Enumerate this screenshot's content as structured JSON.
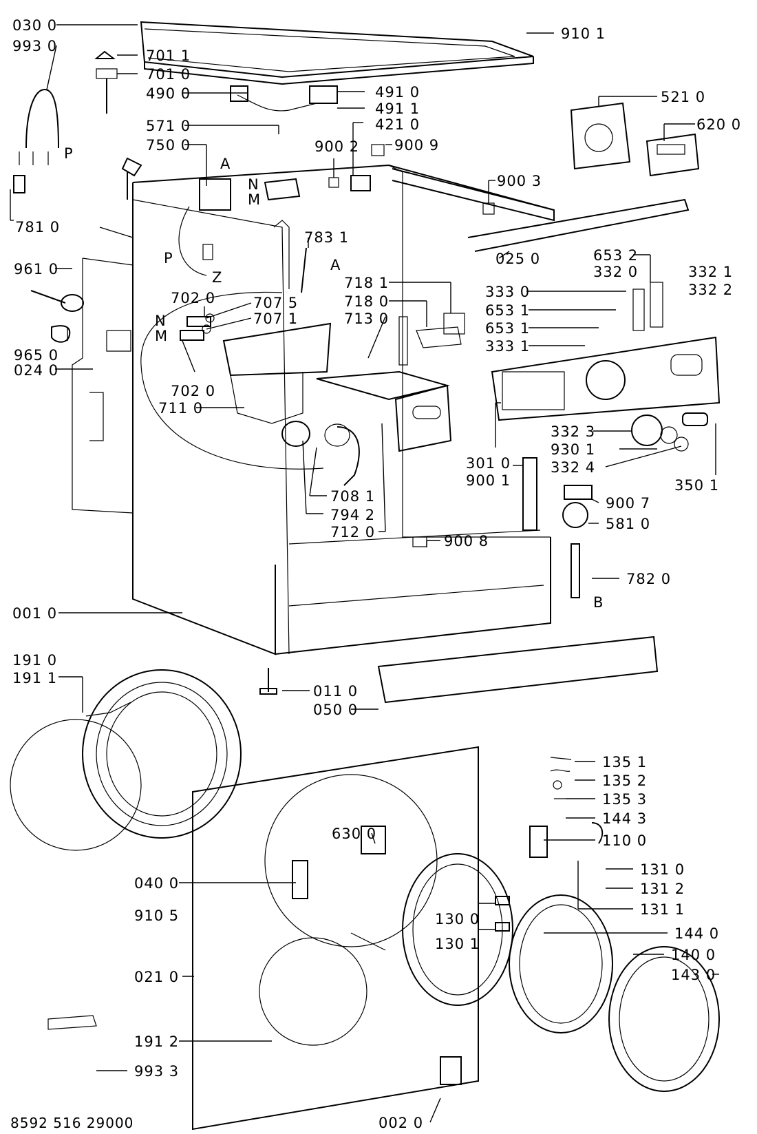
{
  "document_number": "8592 516 29000",
  "labels": [
    {
      "id": "030_0",
      "text": "030 0"
    },
    {
      "id": "993_0",
      "text": "993 0"
    },
    {
      "id": "701_1",
      "text": "701 1"
    },
    {
      "id": "701_0",
      "text": "701 0"
    },
    {
      "id": "490_0",
      "text": "490 0"
    },
    {
      "id": "491_0",
      "text": "491 0"
    },
    {
      "id": "491_1",
      "text": "491 1"
    },
    {
      "id": "421_0",
      "text": "421 0"
    },
    {
      "id": "571_0",
      "text": "571 0"
    },
    {
      "id": "750_0",
      "text": "750 0"
    },
    {
      "id": "900_2",
      "text": "900 2"
    },
    {
      "id": "900_9",
      "text": "900 9"
    },
    {
      "id": "900_3",
      "text": "900 3"
    },
    {
      "id": "910_1",
      "text": "910 1"
    },
    {
      "id": "521_0",
      "text": "521 0"
    },
    {
      "id": "620_0",
      "text": "620 0"
    },
    {
      "id": "025_0",
      "text": "025 0"
    },
    {
      "id": "781_0",
      "text": "781 0"
    },
    {
      "id": "783_1",
      "text": "783 1"
    },
    {
      "id": "961_0",
      "text": "961 0"
    },
    {
      "id": "702_0a",
      "text": "702 0"
    },
    {
      "id": "707_5",
      "text": "707 5"
    },
    {
      "id": "707_1",
      "text": "707 1"
    },
    {
      "id": "718_1",
      "text": "718 1"
    },
    {
      "id": "718_0",
      "text": "718 0"
    },
    {
      "id": "713_0",
      "text": "713 0"
    },
    {
      "id": "653_2",
      "text": "653 2"
    },
    {
      "id": "332_0",
      "text": "332 0"
    },
    {
      "id": "332_1",
      "text": "332 1"
    },
    {
      "id": "332_2",
      "text": "332 2"
    },
    {
      "id": "333_0",
      "text": "333 0"
    },
    {
      "id": "653_1a",
      "text": "653 1"
    },
    {
      "id": "653_1b",
      "text": "653 1"
    },
    {
      "id": "333_1",
      "text": "333 1"
    },
    {
      "id": "965_0",
      "text": "965 0"
    },
    {
      "id": "024_0",
      "text": "024 0"
    },
    {
      "id": "702_0b",
      "text": "702 0"
    },
    {
      "id": "711_0",
      "text": "711 0"
    },
    {
      "id": "332_3",
      "text": "332 3"
    },
    {
      "id": "930_1",
      "text": "930 1"
    },
    {
      "id": "332_4",
      "text": "332 4"
    },
    {
      "id": "301_0",
      "text": "301 0"
    },
    {
      "id": "900_1",
      "text": "900 1"
    },
    {
      "id": "350_1",
      "text": "350 1"
    },
    {
      "id": "708_1",
      "text": "708 1"
    },
    {
      "id": "794_2",
      "text": "794 2"
    },
    {
      "id": "712_0",
      "text": "712 0"
    },
    {
      "id": "900_7",
      "text": "900 7"
    },
    {
      "id": "581_0",
      "text": "581 0"
    },
    {
      "id": "900_8",
      "text": "900 8"
    },
    {
      "id": "782_0",
      "text": "782 0"
    },
    {
      "id": "001_0",
      "text": "001 0"
    },
    {
      "id": "191_0",
      "text": "191 0"
    },
    {
      "id": "191_1",
      "text": "191 1"
    },
    {
      "id": "011_0",
      "text": "011 0"
    },
    {
      "id": "050_0",
      "text": "050 0"
    },
    {
      "id": "135_1",
      "text": "135 1"
    },
    {
      "id": "135_2",
      "text": "135 2"
    },
    {
      "id": "135_3",
      "text": "135 3"
    },
    {
      "id": "144_3",
      "text": "144 3"
    },
    {
      "id": "110_0",
      "text": "110 0"
    },
    {
      "id": "630_0",
      "text": "630 0"
    },
    {
      "id": "131_0",
      "text": "131 0"
    },
    {
      "id": "131_2",
      "text": "131 2"
    },
    {
      "id": "131_1",
      "text": "131 1"
    },
    {
      "id": "040_0",
      "text": "040 0"
    },
    {
      "id": "910_5",
      "text": "910 5"
    },
    {
      "id": "130_0",
      "text": "130 0"
    },
    {
      "id": "130_1",
      "text": "130 1"
    },
    {
      "id": "144_0",
      "text": "144 0"
    },
    {
      "id": "140_0",
      "text": "140 0"
    },
    {
      "id": "143_0",
      "text": "143 0"
    },
    {
      "id": "021_0",
      "text": "021 0"
    },
    {
      "id": "191_2",
      "text": "191 2"
    },
    {
      "id": "993_3",
      "text": "993 3"
    },
    {
      "id": "002_0",
      "text": "002 0"
    }
  ],
  "letters": {
    "P1": "P",
    "P2": "P",
    "A1": "A",
    "A2": "A",
    "N1": "N",
    "M1": "M",
    "N2": "N",
    "M2": "M",
    "Z": "Z",
    "B": "B"
  }
}
